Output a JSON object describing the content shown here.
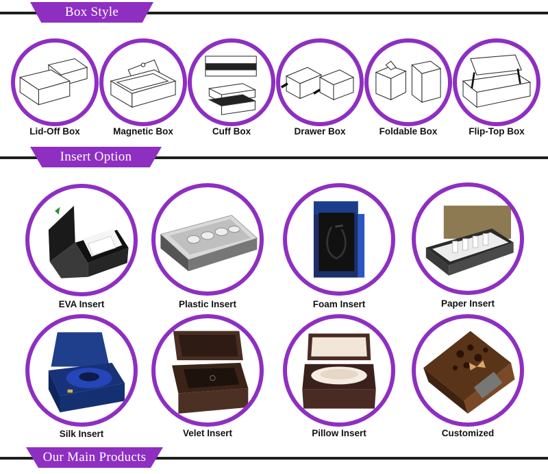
{
  "sections": {
    "box_style": "Box Style",
    "insert_option": "Insert Option",
    "main_products": "Our Main Products"
  },
  "box_styles": [
    {
      "label": "Lid-Off Box",
      "icon": "lid-off-box-icon"
    },
    {
      "label": "Magnetic Box",
      "icon": "magnetic-box-icon"
    },
    {
      "label": "Cuff Box",
      "icon": "cuff-box-icon"
    },
    {
      "label": "Drawer Box",
      "icon": "drawer-box-icon"
    },
    {
      "label": "Foldable Box",
      "icon": "foldable-box-icon"
    },
    {
      "label": "Flip-Top Box",
      "icon": "flip-top-box-icon"
    }
  ],
  "inserts": [
    {
      "label": "EVA Insert",
      "image": "eva-insert-image"
    },
    {
      "label": "Plastic Insert",
      "image": "plastic-insert-image"
    },
    {
      "label": "Foam Insert",
      "image": "foam-insert-image"
    },
    {
      "label": "Paper Insert",
      "image": "paper-insert-image"
    },
    {
      "label": "Silk Insert",
      "image": "silk-insert-image"
    },
    {
      "label": "Velet Insert",
      "image": "velet-insert-image"
    },
    {
      "label": "Pillow Insert",
      "image": "pillow-insert-image"
    },
    {
      "label": "Customized",
      "image": "customized-insert-image"
    }
  ],
  "colors": {
    "accent": "#8e2fc2",
    "rule": "#1e1e1e"
  }
}
